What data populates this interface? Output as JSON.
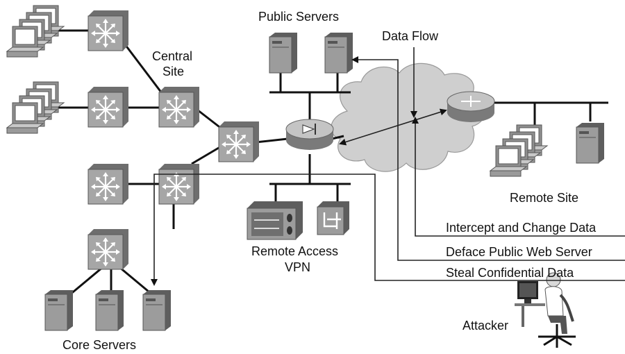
{
  "labels": {
    "public_servers": "Public Servers",
    "data_flow": "Data Flow",
    "central_site_1": "Central",
    "central_site_2": "Site",
    "remote_site": "Remote Site",
    "intercept": "Intercept and Change Data",
    "deface": "Deface Public Web Server",
    "steal": "Steal Confidential Data",
    "remote_access_1": "Remote Access",
    "remote_access_2": "VPN",
    "attacker": "Attacker",
    "core_servers": "Core Servers"
  },
  "icons": [
    "pc-stack-icon",
    "switch-icon",
    "router-icon",
    "firewall-icon",
    "server-icon",
    "vpn-concentrator-icon",
    "access-server-icon",
    "cloud-icon",
    "attacker-icon"
  ],
  "colors": {
    "device_fill": "#9a9a9a",
    "device_dark": "#5a5a5a",
    "cloud_fill": "#cfcfcf",
    "line": "#111111"
  }
}
